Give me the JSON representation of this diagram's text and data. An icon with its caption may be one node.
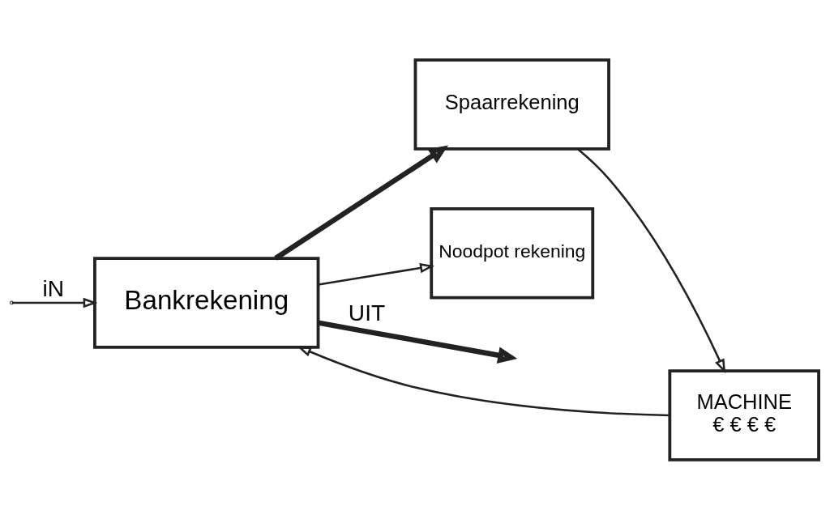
{
  "diagram": {
    "nodes": [
      {
        "text": [
          "Bankrekening"
        ]
      },
      {
        "text": [
          "MACHINE",
          "€ € € €"
        ]
      },
      {
        "text": [
          "Spaarrekening"
        ]
      },
      {
        "text": [
          "Noodpot rekening"
        ]
      }
    ],
    "edges": [
      {
        "from": 0,
        "to": null,
        "arrow": "to",
        "label": "UIT",
        "style": "thick"
      },
      {
        "from": null,
        "to": 0,
        "arrow": "to",
        "label": "iN"
      },
      {
        "from": 1,
        "to": 0,
        "arrow": "to"
      },
      {
        "from": 0,
        "to": 2,
        "arrow": "to",
        "style": "thick"
      },
      {
        "from": 0,
        "to": 3,
        "arrow": "to"
      },
      {
        "from": 2,
        "to": 1,
        "arrow": "to"
      }
    ]
  }
}
